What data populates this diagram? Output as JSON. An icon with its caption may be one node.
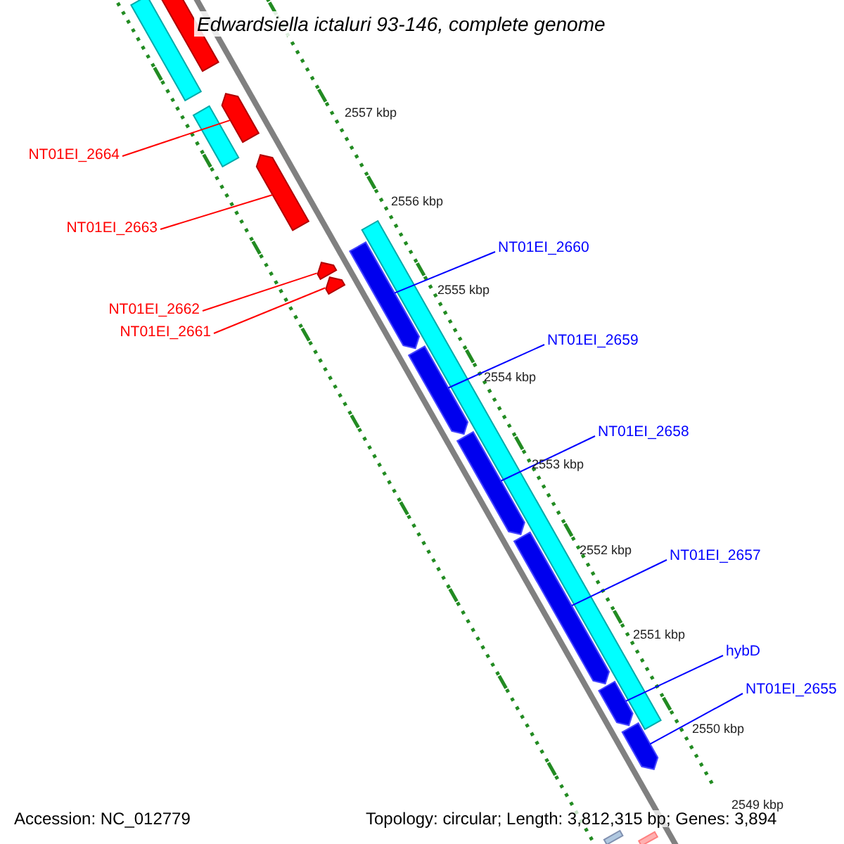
{
  "diagram": {
    "title": "Edwardsiella ictaluri 93-146, complete genome",
    "nodes": [
      {
        "text": [
          "NT01EI_2664"
        ]
      },
      {
        "text": [
          "NT01EI_2663"
        ]
      },
      {
        "text": [
          "NT01EI_2662"
        ]
      },
      {
        "text": [
          "NT01EI_2661"
        ]
      },
      {
        "text": [
          "NT01EI_2660"
        ]
      },
      {
        "text": [
          "NT01EI_2659"
        ]
      },
      {
        "text": [
          "NT01EI_2658"
        ]
      },
      {
        "text": [
          "NT01EI_2657"
        ]
      },
      {
        "text": [
          "hybD"
        ]
      },
      {
        "text": [
          "NT01EI_2655"
        ]
      },
      {
        "text": [],
        "shape": "arrow"
      },
      {
        "text": [],
        "shape": "arrow"
      },
      {
        "text": [],
        "shape": "arrow"
      },
      {
        "text": [],
        "shape": "arrow"
      },
      {
        "text": [],
        "shape": "arrow"
      },
      {
        "text": [],
        "shape": "arrow"
      },
      {
        "text": [],
        "shape": "arrow"
      },
      {
        "text": [],
        "shape": "arrow"
      },
      {
        "text": [],
        "shape": "arrow"
      },
      {
        "text": [],
        "shape": "arrow"
      },
      {
        "text": [],
        "shape": "bar"
      },
      {
        "text": [],
        "shape": "bar"
      },
      {
        "text": [],
        "shape": "bar"
      },
      {
        "text": [],
        "shape": "bar"
      },
      {
        "text": [],
        "shape": "bar"
      },
      {
        "text": [],
        "shape": "bar"
      }
    ],
    "edges": [
      {
        "from": 0,
        "to": 10,
        "arrow": "none",
        "color": "#ff0000"
      },
      {
        "from": 1,
        "to": 11,
        "arrow": "none",
        "color": "#ff0000"
      },
      {
        "from": 2,
        "to": 12,
        "arrow": "none",
        "color": "#ff0000"
      },
      {
        "from": 3,
        "to": 13,
        "arrow": "none",
        "color": "#ff0000"
      },
      {
        "from": 4,
        "to": 14,
        "arrow": "none"
      },
      {
        "from": 5,
        "to": 15,
        "arrow": "none"
      },
      {
        "from": 6,
        "to": 16,
        "arrow": "none"
      },
      {
        "from": 7,
        "to": 17,
        "arrow": "none"
      },
      {
        "from": 8,
        "to": 18,
        "arrow": "none"
      },
      {
        "from": 9,
        "to": 19,
        "arrow": "none"
      }
    ],
    "labels": [
      "2557 kbp",
      "2556 kbp",
      "2555 kbp",
      "2554 kbp",
      "2553 kbp",
      "2552 kbp",
      "2551 kbp",
      "2550 kbp",
      "2549 kbp",
      "Accession: NC_012779",
      "Topology: circular; Length: 3,812,315 bp; Genes: 3,894"
    ]
  }
}
